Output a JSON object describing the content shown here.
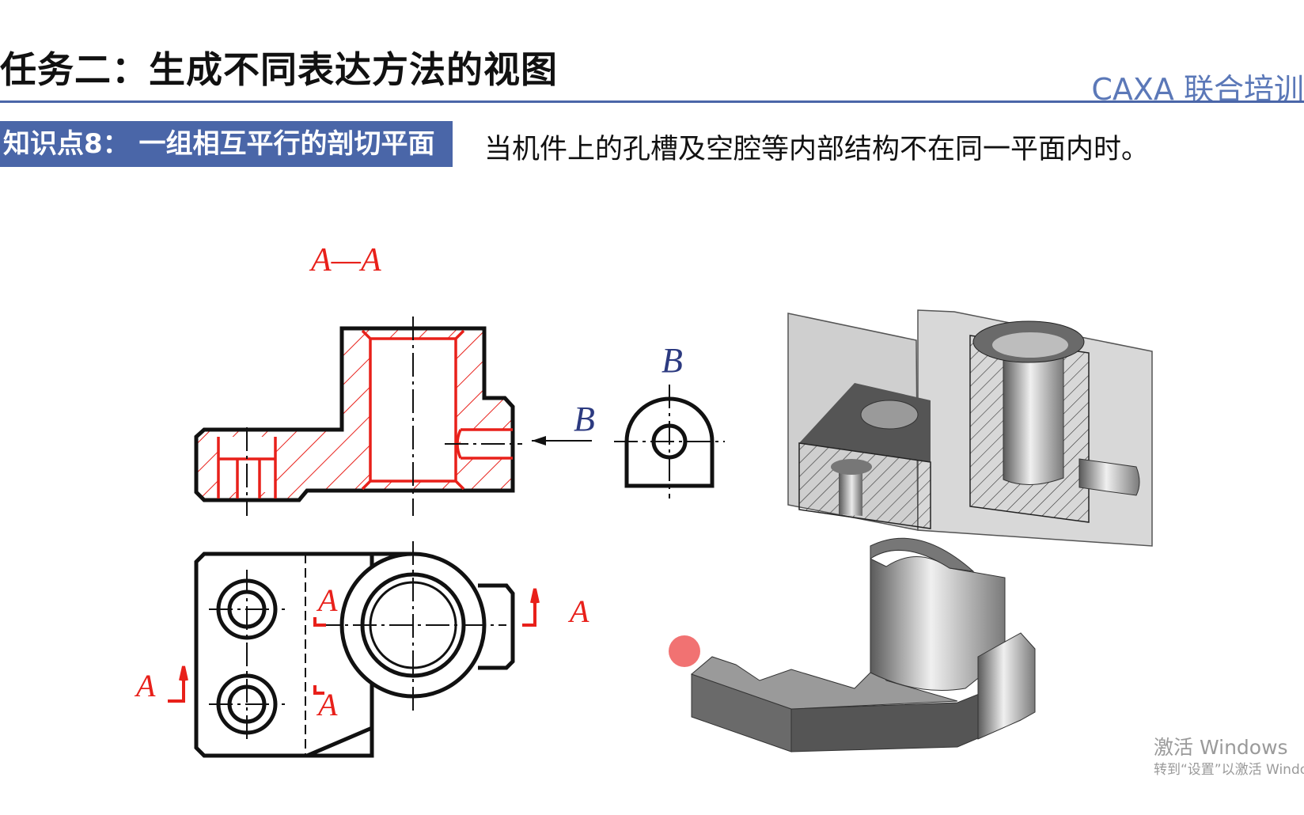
{
  "header": {
    "title": "任务二：生成不同表达方法的视图",
    "brand": "CAXA 联合培训"
  },
  "knowledge_point": {
    "label": "知识点8：  一组相互平行的剖切平面",
    "description": "当机件上的孔槽及空腔等内部结构不在同一平面内时。"
  },
  "drawing_labels": {
    "section_title": "A—A",
    "view_label": "B",
    "view_arrow_label": "B",
    "cut_label": "A"
  },
  "watermark": {
    "line1": "激活 Windows",
    "line2": "转到“设置”以激活 Windows"
  },
  "colors": {
    "accent": "#4a66a8",
    "section_red": "#e8201a",
    "label_blue": "#2c3a80"
  }
}
